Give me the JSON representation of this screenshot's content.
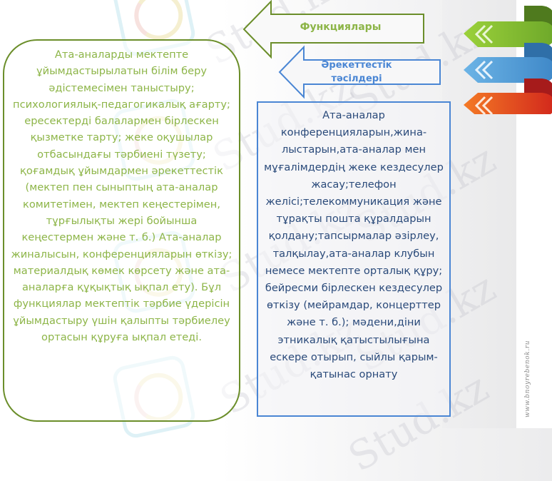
{
  "diagram": {
    "arrows": [
      {
        "label": "Функциялары",
        "color": "#6b8e2a",
        "text_color": "#8db548"
      },
      {
        "label": "Әрекеттестік тәсілдері",
        "color": "#4a86d4",
        "text_color": "#4a86d4"
      }
    ],
    "functions_box": {
      "text": "Ата-аналарды мектепте ұйымдастырылатын білім беру әдістемесімен таныстыру; психологиялық-педагогикалық ағарту; ересектерді балалармен бірлескен қызметке тарту; жеке оқушылар отбасындағы тәрбиені түзету; қоғамдық ұйымдармен әрекеттестік (мектеп пен сыныптың ата-аналар комитетімен, мектеп кеңестерімен, тұрғылықты жері бойынша кеңестермен және т. б.) Ата-аналар жиналысын, конференцияларын өткізу; материалдық көмек көрсету және ата-аналарға құқықтық ықпал ету). Бұл функциялар мектептік тәрбие үдерісін ұйымдастыру үшін қалыпты тәрбиелеу ортасын құруға ықпал етеді.",
      "border_color": "#6b8e2a",
      "text_color": "#8db548"
    },
    "methods_box": {
      "text": "Ата-аналар конференцияларын,жина-лыстарын,ата-аналар мен мұғалімдердің жеке кездесулер жасау;телефон желісі;телекоммуникация және тұрақты пошта құралдарын қолдану;тапсырмалар әзірлеу, талқылау,ата-аналар клубын немесе мектепте орталық құру; бейресми бірлескен кездесулер өткізу (мейрамдар, концерттер және т. б.); мәдени,діни этникалық қатыстылығына ескере отырып, сыйлы қарым-қатынас орнату",
      "border_color": "#4a86d4",
      "text_color": "#2a4a7a"
    },
    "ribbons": [
      {
        "name": "green",
        "color": "#8cc63f",
        "dark": "#4f7a1e"
      },
      {
        "name": "blue",
        "color": "#5aa6dc",
        "dark": "#2f6fa8"
      },
      {
        "name": "orange",
        "color": "#f26b21",
        "dark": "#b01d1d"
      }
    ]
  },
  "watermarks": {
    "site_text": "Stud.kz",
    "credit": "www.bnoyrebenok.ru"
  }
}
